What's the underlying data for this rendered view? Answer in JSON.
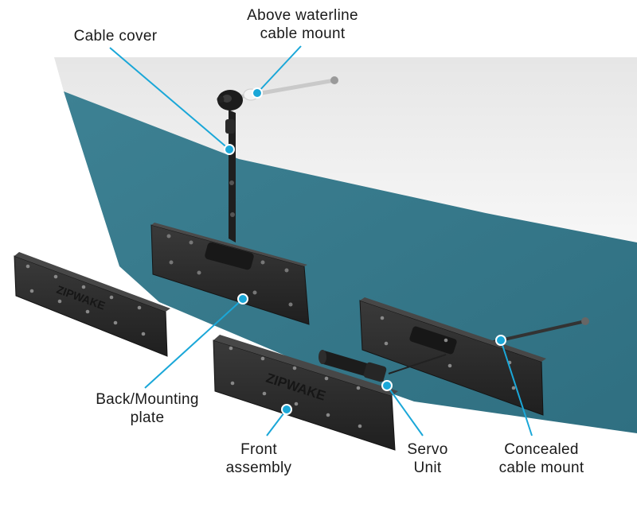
{
  "brand": "ZIPWAKE",
  "colors": {
    "hull_upper": "#efefef",
    "hull_lower": "#3a7b8c",
    "callout": "#1aa7d8",
    "component": "#2b2b2b"
  },
  "labels": {
    "cable_cover": "Cable cover",
    "above_waterline_1": "Above waterline",
    "above_waterline_2": "cable mount",
    "back_mounting_1": "Back/Mounting",
    "back_mounting_2": "plate",
    "front_assembly_1": "Front",
    "front_assembly_2": "assembly",
    "servo_1": "Servo",
    "servo_2": "Unit",
    "concealed_1": "Concealed",
    "concealed_2": "cable mount"
  }
}
